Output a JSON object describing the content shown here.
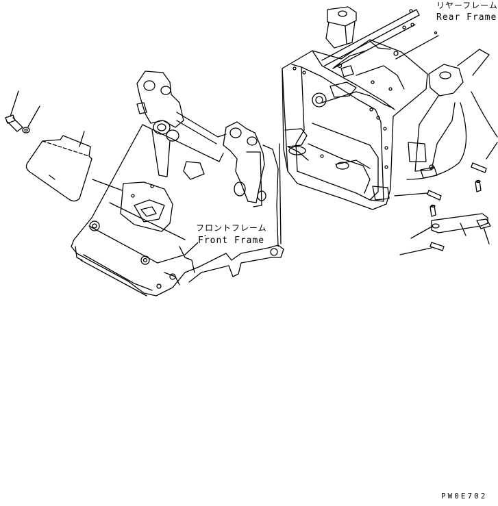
{
  "labels": {
    "rear_frame_ja": "リヤーフレーム",
    "rear_frame_en": "Rear Frame",
    "front_frame_ja": "フロントフレーム",
    "front_frame_en": "Front Frame",
    "drawing_code": "PW0E702"
  },
  "colors": {
    "line": "#000000",
    "background": "#ffffff"
  }
}
